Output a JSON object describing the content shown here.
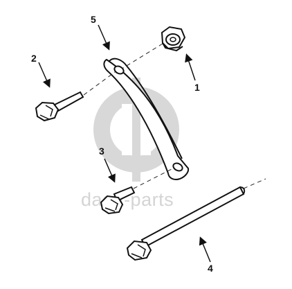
{
  "callouts": {
    "part_1": "1",
    "part_2": "2",
    "part_3": "3",
    "part_4": "4",
    "part_5": "5"
  },
  "watermark": {
    "text": "daga-parts"
  },
  "colors": {
    "ink": "#111111",
    "watermark": "#d4d4d4",
    "background": "#ffffff"
  }
}
